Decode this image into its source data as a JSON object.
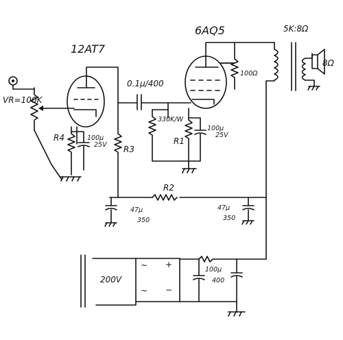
{
  "labels": {
    "tube_preamp": "12AT7",
    "tube_output": "6AQ5",
    "transformer_ratio": "5K:8Ω",
    "speaker": "8Ω",
    "volume_pot": "VR=100K",
    "coupling_cap": "0.1μ/400",
    "grid_resistor": "330K/W",
    "cathode_cap_output_value": "100μ",
    "cathode_cap_output_voltage": "25V",
    "cathode_resistor_output": "R1",
    "screen_resistor": "100Ω",
    "cathode_resistor_preamp": "R4",
    "cathode_cap_preamp_value": "100μ",
    "cathode_cap_preamp_voltage": "25V",
    "plate_resistor_preamp": "R3",
    "filter_resistor": "R2",
    "filter_cap_left_value": "47μ",
    "filter_cap_left_voltage": "350",
    "filter_cap_right_value": "47μ",
    "filter_cap_right_voltage": "350",
    "psu_cap_value": "100μ",
    "psu_cap_voltage": "400",
    "mains_voltage": "200V",
    "rectifier_ac_top": "~",
    "rectifier_ac_bottom": "~",
    "rectifier_plus": "+",
    "rectifier_minus": "−"
  }
}
